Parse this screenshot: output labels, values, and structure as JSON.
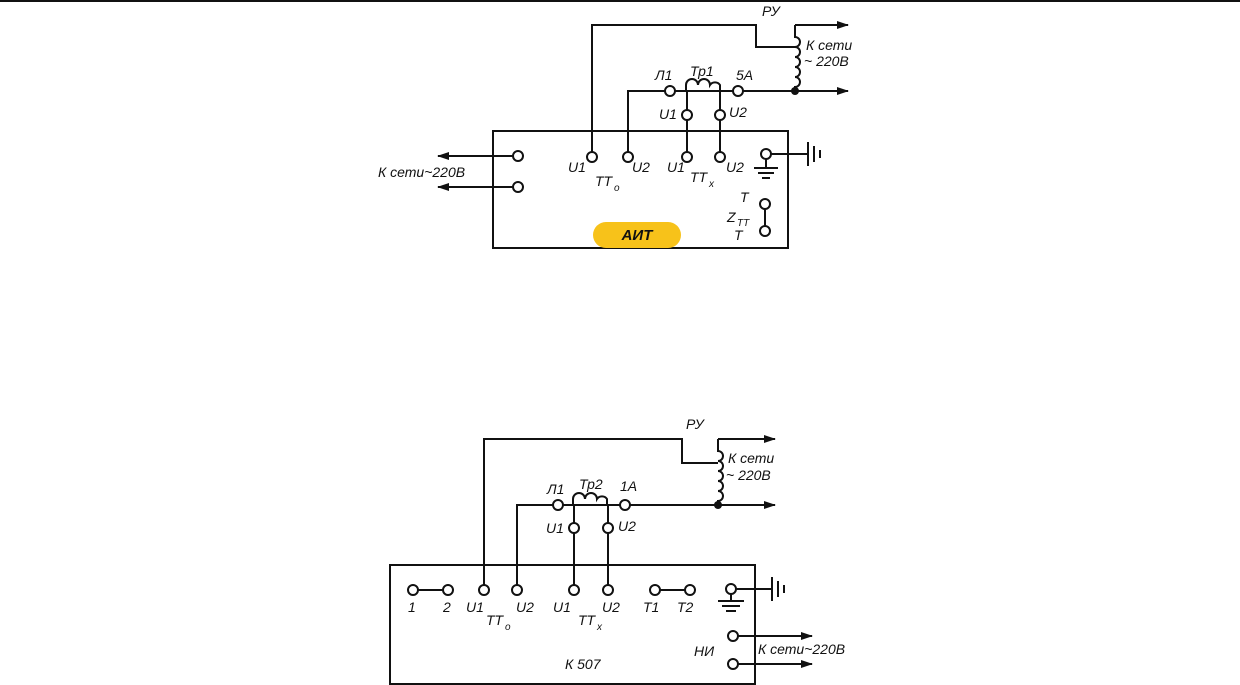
{
  "colors": {
    "ink": "#111111",
    "highlight": "#f7c21a",
    "background": "#ffffff"
  },
  "top": {
    "device": "АИТ",
    "ru": "РУ",
    "supply_a": "К сети",
    "supply_b": "~ 220В",
    "left_supply": "К сети~220В",
    "l1": "Л1",
    "transformer": "Тр1",
    "rating": "5А",
    "u1": "U1",
    "u2": "U2",
    "tt_o": "ТТ",
    "tt_o_sub": "о",
    "tt_x": "ТТ",
    "tt_x_sub": "х",
    "t_top": "Т",
    "z": "Z",
    "z_sub": "ТТ",
    "t_bottom": "Т"
  },
  "bottom": {
    "device": "К 507",
    "ru": "РУ",
    "supply_a": "К сети",
    "supply_b": "~ 220В",
    "right_supply": "К сети~220В",
    "ni": "НИ",
    "l1": "Л1",
    "transformer": "Тр2",
    "rating": "1А",
    "u1": "U1",
    "u2": "U2",
    "t1_1": "1",
    "t1_2": "2",
    "tt_o": "ТТ",
    "tt_o_sub": "о",
    "tt_x": "ТТ",
    "tt_x_sub": "х",
    "t1": "Т1",
    "t2": "Т2"
  }
}
